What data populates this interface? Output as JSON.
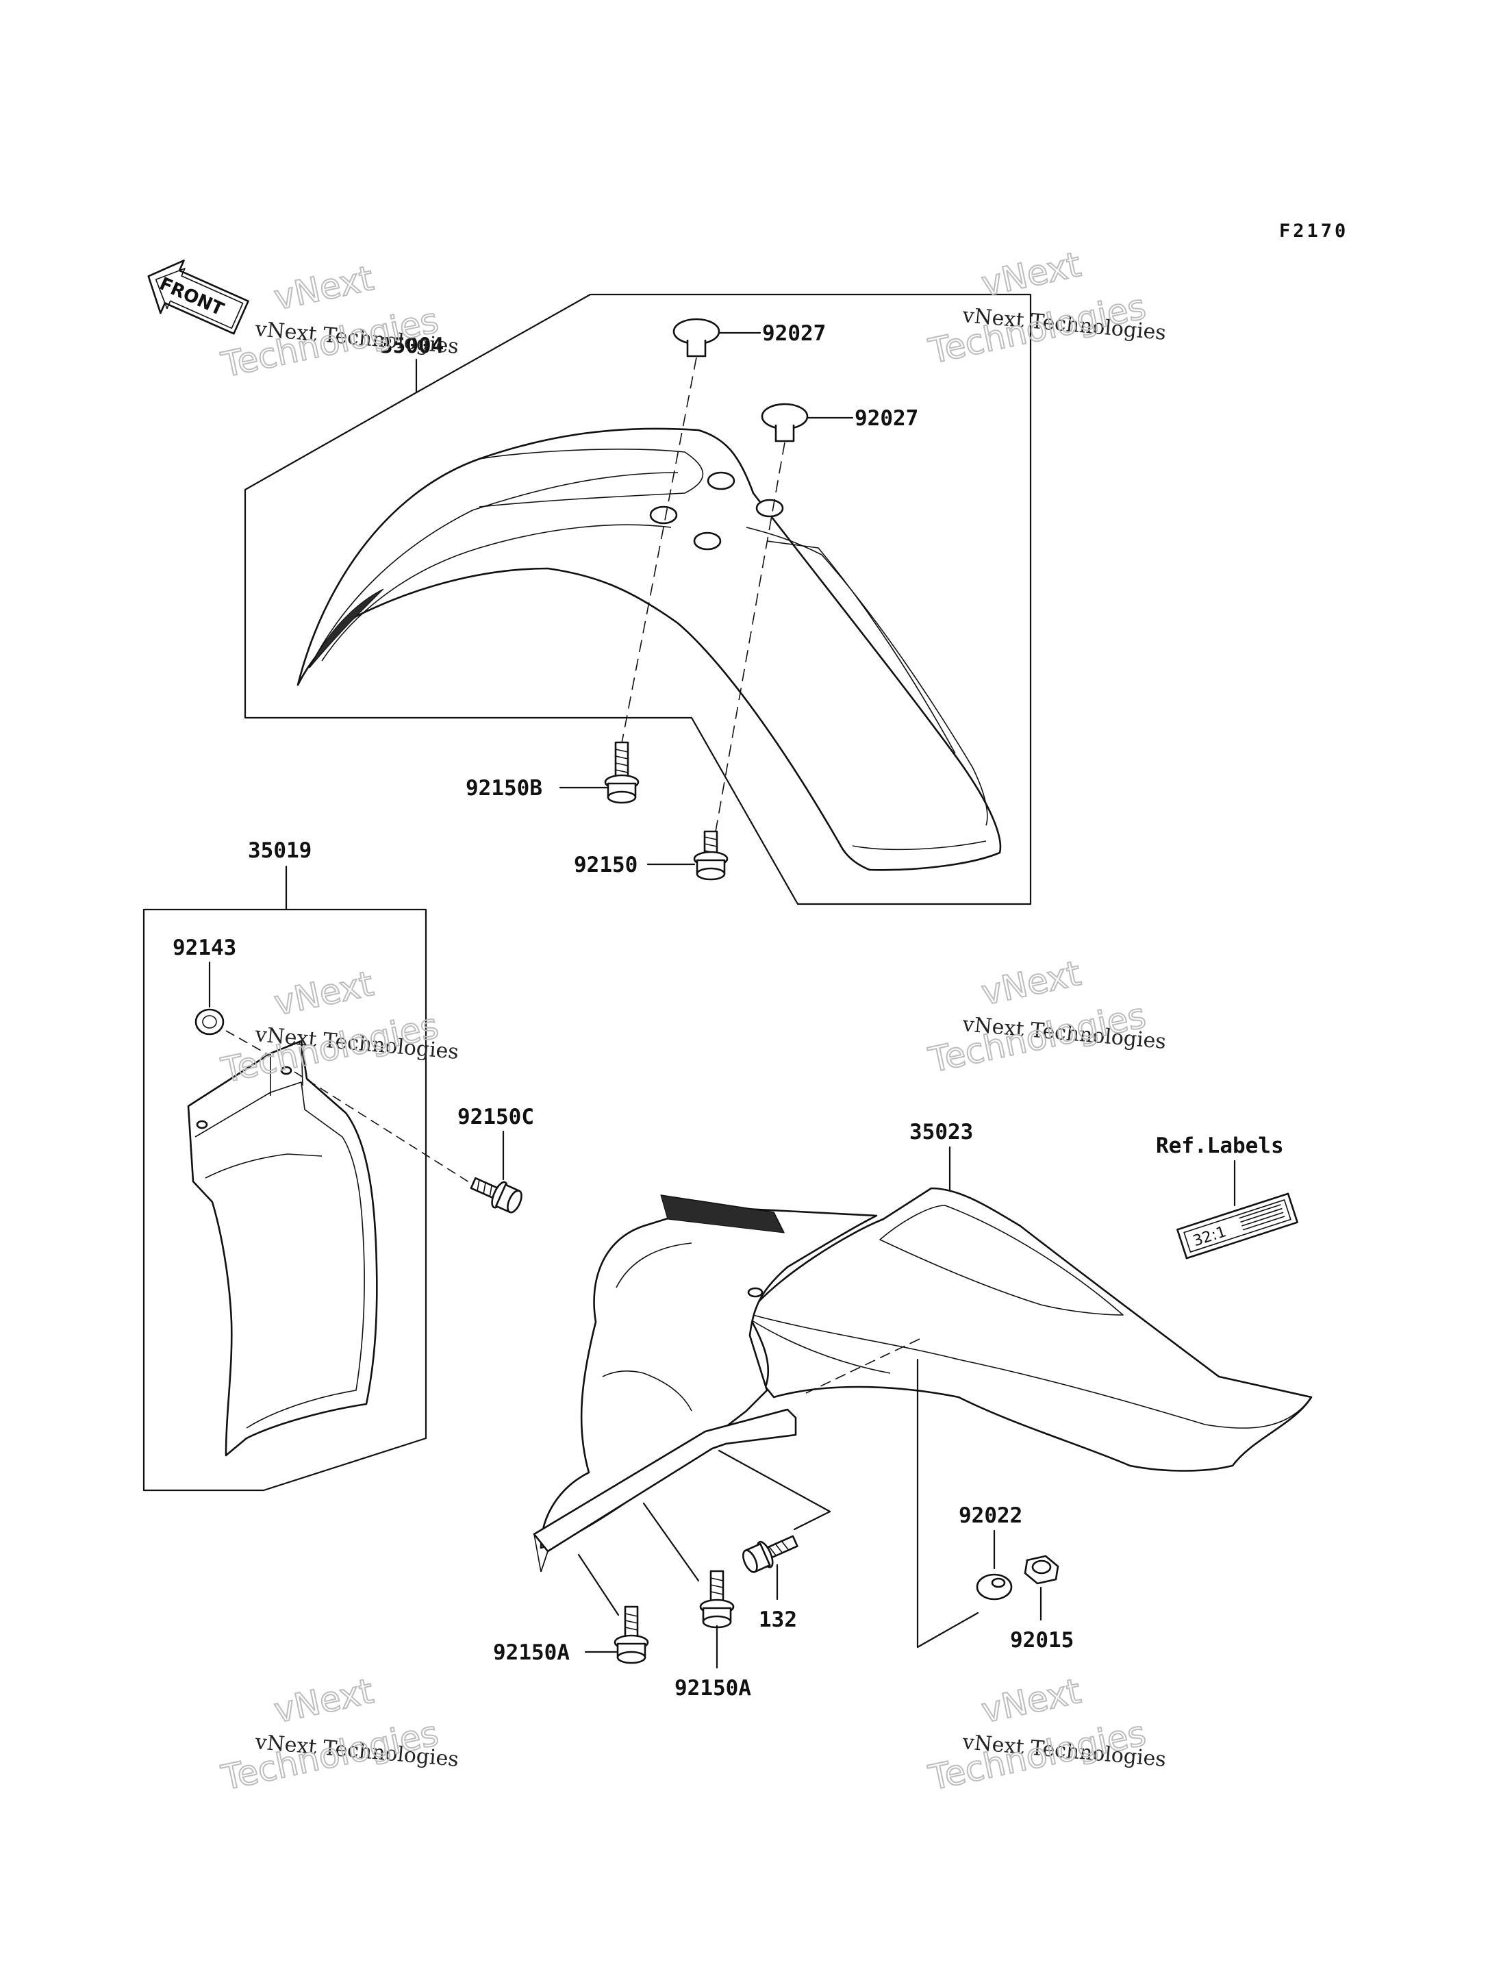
{
  "figure_id": "F2170",
  "front_label": "FRONT",
  "ref_labels_heading": "Ref.Labels",
  "ref_label_sticker_text": "32:1",
  "watermark": {
    "line1": "vNext Technologies",
    "line2a": "vNext",
    "line2b": "Technologies"
  },
  "parts": {
    "p35004": "35004",
    "p92027a": "92027",
    "p92027b": "92027",
    "p92150B": "92150B",
    "p92150": "92150",
    "p35019": "35019",
    "p92143": "92143",
    "p92150C": "92150C",
    "p35023": "35023",
    "p92022": "92022",
    "p92015": "92015",
    "p132": "132",
    "p92150A_left": "92150A",
    "p92150A_right": "92150A"
  }
}
